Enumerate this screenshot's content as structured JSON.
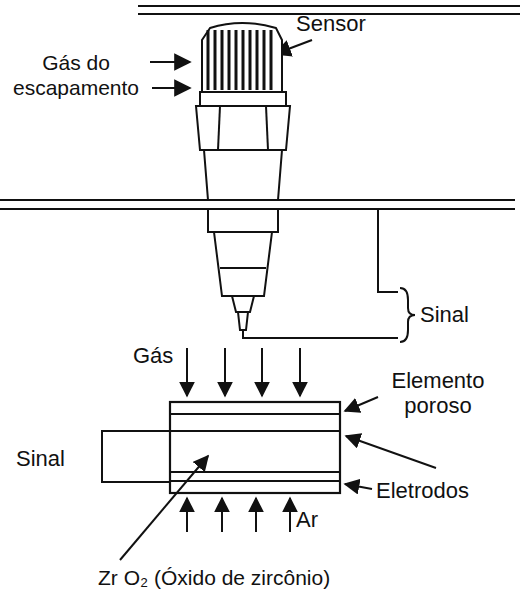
{
  "diagram": {
    "labels": [
      "Gás do escapamento",
      "Sensor",
      "Sinal",
      "Gás",
      "Elemento poroso",
      "Eletrodos",
      "Sinal",
      "Ar",
      "Zr O₂ (Óxido de zircônio)"
    ]
  }
}
